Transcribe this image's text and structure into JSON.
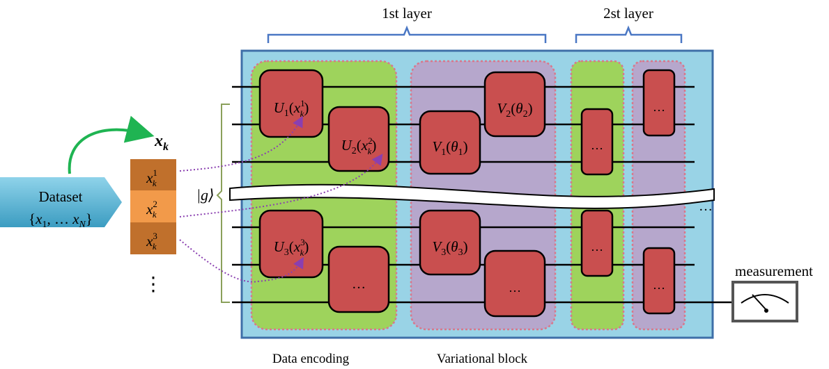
{
  "layers": {
    "first_label": "1st layer",
    "second_label": "2st layer"
  },
  "dataset": {
    "title": "Dataset",
    "formula_open": "{",
    "formula_x1": "x",
    "formula_x1_sub": "1",
    "formula_sep": ", … ",
    "formula_xn": "x",
    "formula_xn_sub": "N",
    "formula_close": "}"
  },
  "sample": {
    "label": "x",
    "label_sub": "k",
    "entries": [
      {
        "base": "x",
        "sub": "k",
        "sup": "1"
      },
      {
        "base": "x",
        "sub": "k",
        "sup": "2"
      },
      {
        "base": "x",
        "sub": "k",
        "sup": "3"
      }
    ],
    "more": "⋮"
  },
  "ground_state": "|g⟩",
  "gates": {
    "u1": {
      "name": "U",
      "idx": "1",
      "arg_sub": "k",
      "arg_sup": "1"
    },
    "u2": {
      "name": "U",
      "idx": "2",
      "arg_sub": "k",
      "arg_sup": "2"
    },
    "u3": {
      "name": "U",
      "idx": "3",
      "arg_sub": "k",
      "arg_sup": "3"
    },
    "v1": {
      "name": "V",
      "idx": "1",
      "theta": "θ",
      "theta_idx": "1"
    },
    "v2": {
      "name": "V",
      "idx": "2",
      "theta": "θ",
      "theta_idx": "2"
    },
    "v3": {
      "name": "V",
      "idx": "3",
      "theta": "θ",
      "theta_idx": "3"
    },
    "ellipsis": "…"
  },
  "measurement_label": "measurement",
  "blocks": {
    "encoding_label": "Data encoding",
    "variational_label": "Variational block"
  },
  "colors": {
    "circuit_bg": "#99d3e6",
    "encoding_bg": "#9ed35c",
    "variational_bg": "#b6a7cc",
    "gate_fill": "#c94f4f",
    "dashed_border": "#d9778a",
    "brace": "#4a77c4",
    "arrow_green": "#1fb452",
    "arrow_purple": "#8a3fb0",
    "cell_dark": "#c0702c",
    "cell_light": "#f29a4a"
  }
}
